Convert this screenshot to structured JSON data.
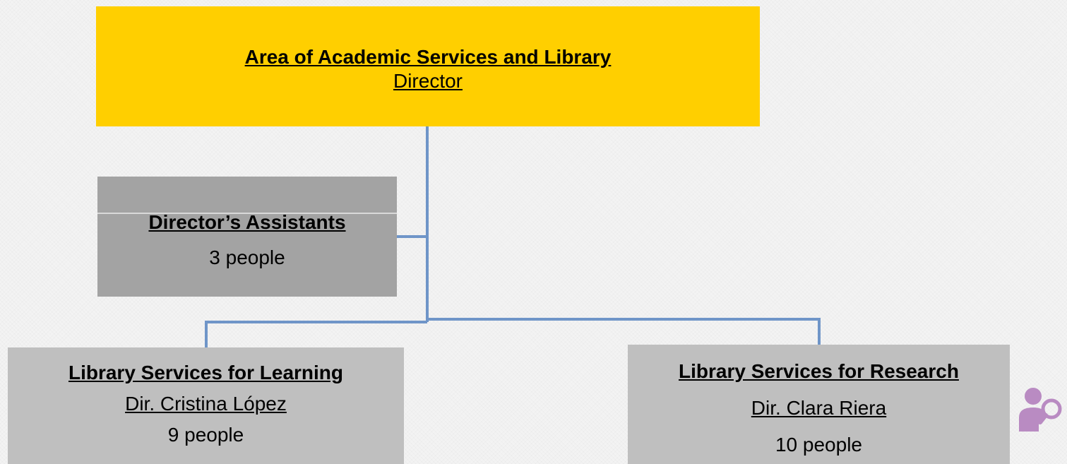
{
  "colors": {
    "top_box": "#ffcf00",
    "assistants_box": "#a3a3a3",
    "unit_box": "#bfbfbf",
    "connector": "#6f95c8",
    "icon": "#b98bc2",
    "background": "#f3f3f3"
  },
  "director_box": {
    "title": "Area of Academic Services and Library",
    "role": "Director"
  },
  "assistants_box": {
    "title": "Director’s Assistants",
    "count": "3 people"
  },
  "learning_box": {
    "title": "Library Services for Learning",
    "head": "Dir. Cristina López",
    "count": "9 people"
  },
  "research_box": {
    "title": "Library Services for Research",
    "head": "Dir. Clara Riera",
    "count": "10 people"
  },
  "icons": {
    "corner": "user-search-icon"
  }
}
